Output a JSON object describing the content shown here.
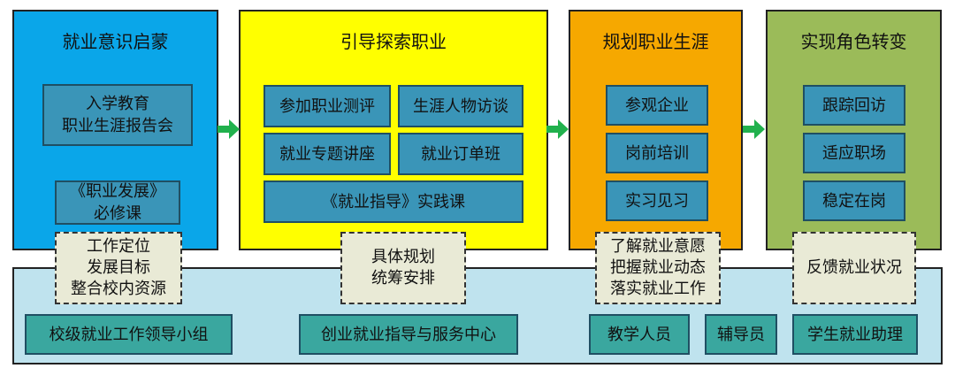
{
  "stages": [
    {
      "title": "就业意识启蒙",
      "color": "#0aa6e9",
      "items": [
        "入学教育\n职业生涯报告会",
        "《职业发展》\n必修课"
      ],
      "support": "工作定位\n发展目标\n整合校内资源"
    },
    {
      "title": "引导探索职业",
      "color": "#ffff00",
      "items": [
        "参加职业测评",
        "生涯人物访谈",
        "就业专题讲座",
        "就业订单班",
        "《就业指导》实践课"
      ],
      "support": "具体规划\n统筹安排"
    },
    {
      "title": "规划职业生涯",
      "color": "#f6a800",
      "items": [
        "参观企业",
        "岗前培训",
        "实习见习"
      ],
      "support": "了解就业意愿\n把握就业动态\n落实就业工作"
    },
    {
      "title": "实现角色转变",
      "color": "#9bbb59",
      "items": [
        "跟踪回访",
        "适应职场",
        "稳定在岗"
      ],
      "support": "反馈就业状况"
    }
  ],
  "bottom_bar": {
    "color": "#bfe3ee",
    "units": [
      "校级就业工作领导小组",
      "创业就业指导与服务中心",
      "教学人员",
      "辅导员",
      "学生就业助理"
    ]
  },
  "arrow_color": "#21b14d"
}
